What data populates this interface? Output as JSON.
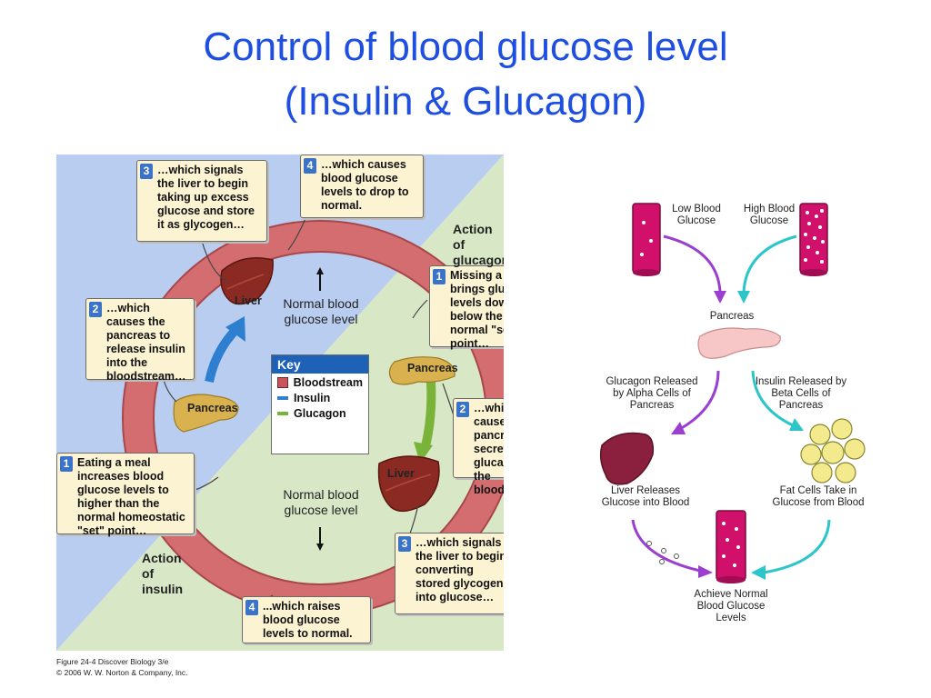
{
  "title": {
    "line1": "Control of blood glucose level",
    "line2": "(Insulin & Glucagon)"
  },
  "left_diagram": {
    "callouts": [
      {
        "num": "3",
        "text": "…which signals the liver to begin taking up excess glucose and store it as glycogen…"
      },
      {
        "num": "4",
        "text": "…which causes blood glucose levels to drop to normal."
      },
      {
        "num": "2",
        "text": "…which causes the pancreas to release insulin into the bloodstream…"
      },
      {
        "num": "1",
        "text": "Eating a meal increases blood glucose levels to higher than the normal homeostatic \"set\" point…"
      },
      {
        "num": "1",
        "text": "Missing a meal brings glucose levels down below the normal \"set\" point…"
      },
      {
        "num": "2",
        "text": "…which causes the pancreas to secrete glucagon into the bloodstream…"
      },
      {
        "num": "3",
        "text": "…which signals the liver to begin converting stored glycogen into glucose…"
      },
      {
        "num": "4",
        "text": "...which raises blood glucose levels to normal."
      }
    ],
    "action_glucagon": "Action of glucagon",
    "action_insulin": "Action of insulin",
    "normal_top": "Normal blood glucose level",
    "normal_bottom": "Normal blood glucose level",
    "organs": {
      "liver_top": "Liver",
      "pancreas_left": "Pancreas",
      "pancreas_right": "Pancreas",
      "liver_bottom": "Liver"
    },
    "key": {
      "title": "Key",
      "items": [
        "Bloodstream",
        "Insulin",
        "Glucagon"
      ],
      "colors": [
        "#c9555a",
        "#2f7fd0",
        "#7ab33a"
      ]
    },
    "caption": {
      "line1": "Figure 24-4 Discover Biology 3/e",
      "line2": "© 2006 W. W. Norton & Company, Inc."
    }
  },
  "right_diagram": {
    "low_blood_glucose": "Low Blood Glucose",
    "high_blood_glucose": "High Blood Glucose",
    "pancreas": "Pancreas",
    "glucagon_released": "Glucagon Released by Alpha Cells of Pancreas",
    "insulin_released": "Insulin Released by Beta Cells of Pancreas",
    "liver_releases": "Liver Releases Glucose into Blood",
    "fat_cells": "Fat Cells Take in Glucose from Blood",
    "achieve": "Achieve Normal Blood Glucose Levels",
    "colors": {
      "glucagon_arrow": "#9a3fd0",
      "insulin_arrow": "#2cc6c8",
      "tube": "#d0106a"
    }
  },
  "colors": {
    "title": "#1f4fe0",
    "panel_blue": "#b9cdf0",
    "panel_green": "#d8e8c6",
    "ring": "#d36d6f",
    "callout_bg": "#fbf3d2",
    "badge": "#3a73c8"
  }
}
